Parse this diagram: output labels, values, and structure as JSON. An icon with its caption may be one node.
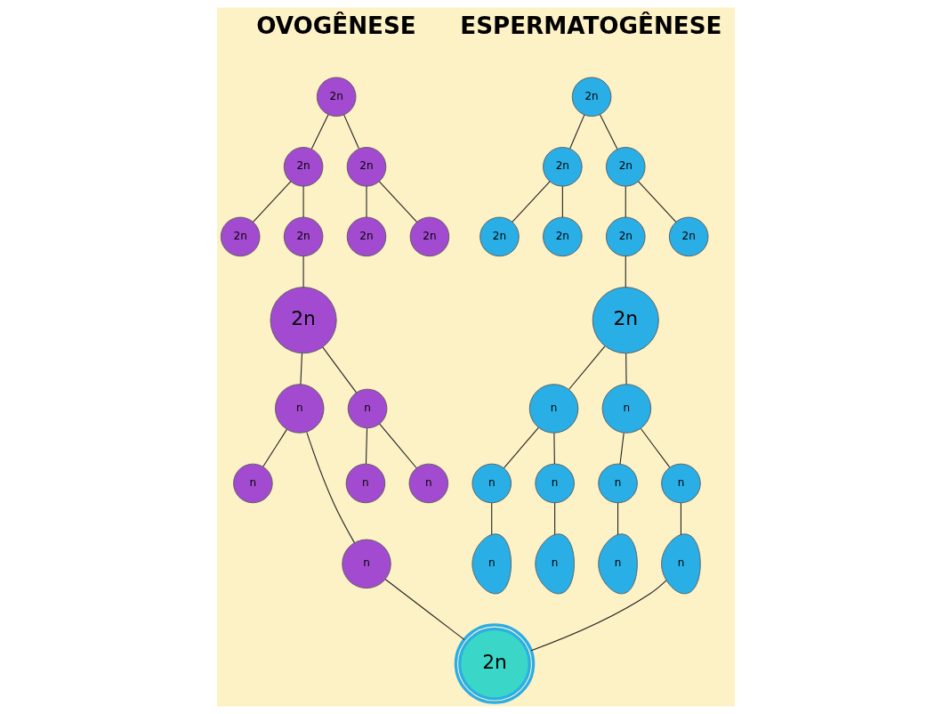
{
  "diagram": {
    "nodes": [
      {
        "text": [
          "2n"
        ]
      },
      {
        "text": [
          "2n"
        ]
      },
      {
        "text": [
          "2n"
        ]
      },
      {
        "text": [
          "2n"
        ]
      },
      {
        "text": [
          "2n"
        ]
      },
      {
        "text": [
          "2n"
        ]
      },
      {
        "text": [
          "2n"
        ]
      },
      {
        "text": [
          "2n"
        ]
      },
      {
        "text": [
          "n"
        ]
      },
      {
        "text": [
          "n"
        ]
      },
      {
        "text": [
          "n"
        ]
      },
      {
        "text": [
          "n"
        ]
      },
      {
        "text": [
          "n"
        ]
      },
      {
        "text": [
          "n"
        ]
      },
      {
        "text": [
          "n"
        ]
      },
      {
        "text": [
          "n"
        ]
      },
      {
        "text": [
          "n"
        ]
      },
      {
        "text": [
          "n"
        ]
      },
      {
        "text": [
          "2n"
        ]
      },
      {
        "text": [
          "2n"
        ]
      },
      {
        "text": [
          "2n"
        ]
      },
      {
        "text": [
          "2n"
        ]
      },
      {
        "text": [
          "2n"
        ]
      },
      {
        "text": [
          "2n"
        ]
      },
      {
        "text": [
          "2n"
        ]
      },
      {
        "text": [
          "2n"
        ]
      },
      {
        "text": [
          "n"
        ]
      },
      {
        "text": [
          "n"
        ]
      },
      {
        "text": [
          "n"
        ]
      },
      {
        "text": [
          "n"
        ]
      },
      {
        "text": [
          "n"
        ]
      },
      {
        "text": [
          "n"
        ]
      },
      {
        "text": [
          "2n"
        ]
      }
    ],
    "edges": [
      {
        "from": 0,
        "to": 1,
        "arrow": "none"
      },
      {
        "from": 0,
        "to": 2,
        "arrow": "none"
      },
      {
        "from": 1,
        "to": 3,
        "arrow": "none"
      },
      {
        "from": 1,
        "to": 4,
        "arrow": "none"
      },
      {
        "from": 2,
        "to": 5,
        "arrow": "none"
      },
      {
        "from": 2,
        "to": 6,
        "arrow": "none"
      },
      {
        "from": 5,
        "to": 7,
        "arrow": "none"
      },
      {
        "from": 7,
        "to": 8,
        "arrow": "none"
      },
      {
        "from": 7,
        "to": 9,
        "arrow": "none"
      },
      {
        "from": 8,
        "to": 10,
        "arrow": "none"
      },
      {
        "from": 8,
        "to": 11,
        "arrow": "none"
      },
      {
        "from": 9,
        "to": 12,
        "arrow": "none"
      },
      {
        "from": 9,
        "to": 13,
        "arrow": "none"
      },
      {
        "from": 10,
        "to": 14,
        "arrow": "none"
      },
      {
        "from": 11,
        "to": 15,
        "arrow": "none"
      },
      {
        "from": 12,
        "to": 16,
        "arrow": "none"
      },
      {
        "from": 13,
        "to": 17,
        "arrow": "none"
      },
      {
        "from": 18,
        "to": 19,
        "arrow": "none"
      },
      {
        "from": 18,
        "to": 20,
        "arrow": "none"
      },
      {
        "from": 19,
        "to": 21,
        "arrow": "none"
      },
      {
        "from": 19,
        "to": 22,
        "arrow": "none"
      },
      {
        "from": 20,
        "to": 23,
        "arrow": "none"
      },
      {
        "from": 20,
        "to": 24,
        "arrow": "none"
      },
      {
        "from": 22,
        "to": 25,
        "arrow": "none"
      },
      {
        "from": 25,
        "to": 26,
        "arrow": "none"
      },
      {
        "from": 25,
        "to": 27,
        "arrow": "none"
      },
      {
        "from": 26,
        "to": 28,
        "arrow": "none"
      },
      {
        "from": 27,
        "to": 29,
        "arrow": "none"
      },
      {
        "from": 27,
        "to": 30,
        "arrow": "none"
      },
      {
        "from": 26,
        "to": 31,
        "arrow": "none"
      },
      {
        "from": 17,
        "to": 32,
        "arrow": "none"
      },
      {
        "from": 31,
        "to": 32,
        "arrow": "none"
      }
    ],
    "labels": [
      "ESPERMATOGÊNESE",
      "OVOGÊNESE"
    ]
  }
}
